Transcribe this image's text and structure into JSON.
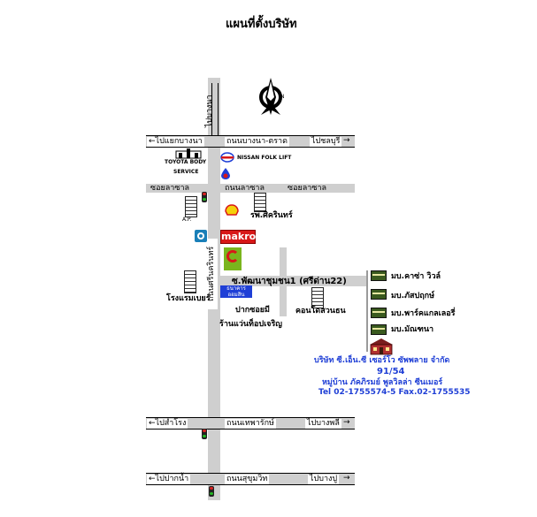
{
  "title": "แผนที่ตั้งบริษัท",
  "compass_letter": "N",
  "roads": {
    "to_bang_na": "ไปบางนา",
    "to_bang_na_junction": "←ไปแยกบางนา",
    "bangna_trat": "ถนนบางนา-ตราด",
    "to_chonburi": "ไปชลบุรี",
    "soi_la_salle_left": "ซอยลาซาล",
    "la_salle_road": "ถนนลาซาล",
    "soi_la_salle_right": "ซอยลาซาล",
    "srinakarin": "ถนนศรีนครินทร์",
    "soi_pattana": "ซ.พัฒนาชุมชน1 (ศรีด่าน22)",
    "to_samrong": "←ไปสำโรง",
    "thepharak": "ถนนเทพารักษ์",
    "to_bang_phli": "ไปบางพลี",
    "to_paknam": "←ไปปากน้ำ",
    "sukhumvit": "ถนนสุขุมวิท",
    "to_bang_pu": "ไปบางปู"
  },
  "landmarks": {
    "toyota_line1": "TOYOTA BODY",
    "toyota_line2": "SERVICE",
    "nissan": "NISSAN FOLK LIFT",
    "ap": "A.P.",
    "hospital": "รพ.ศิครินทร์",
    "makro": "makro",
    "bank_line1": "ธนาคาร",
    "bank_line2": "ออมสิน",
    "hotel": "โรงแรมเบยร์",
    "paknam_school": "ปากซอยมี",
    "optical": "ร้านแว่นท็อปเจริญ",
    "condo": "คอนโดสวนธน",
    "village1": "มบ.คาซ่า วิวล์",
    "village2": "มบ.ภัสปฤกษ์",
    "village3": "มบ.พาร์คแกลเลอรี่",
    "village4": "มบ.มัณฑนา"
  },
  "company": {
    "name": "บริษัท ซี.เอ็น.ซี เซอร์โว ซัพพลาย จำกัด",
    "number": "91/54",
    "village": "หมู่บ้าน ภัคภิรมย์ พูลวิลล่า ซีนเมอร์",
    "contact": "Tel 02-1755574-5 Fax.02-1755535"
  },
  "colors": {
    "road": "#cfcfcf",
    "company_text": "#1f3fd6",
    "makro_red": "#d81818",
    "big_c_green": "#7ab51d"
  }
}
